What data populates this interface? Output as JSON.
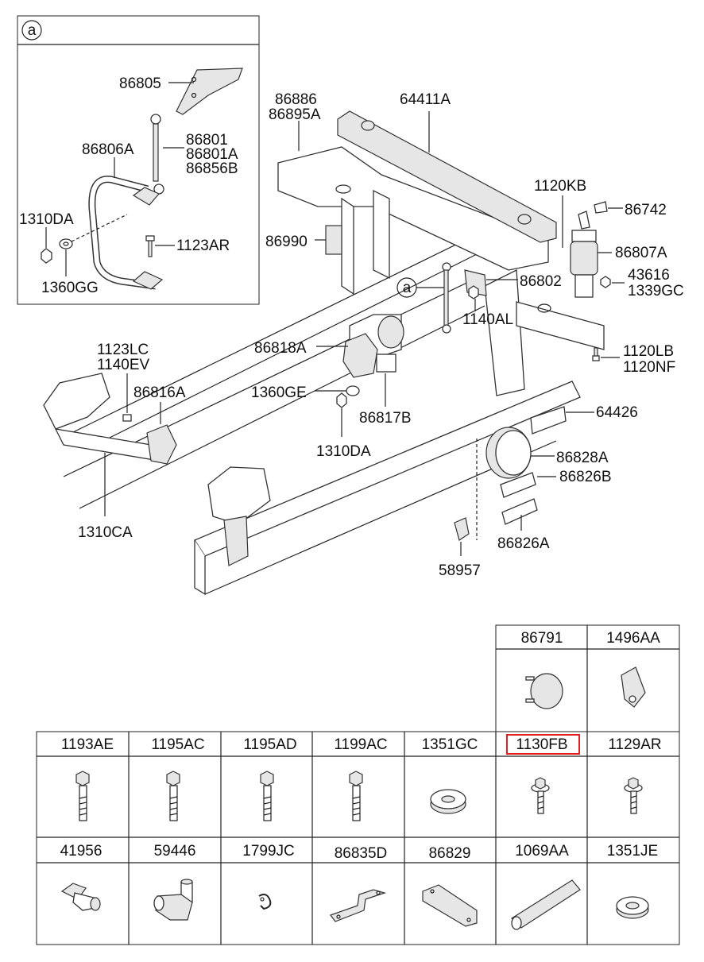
{
  "inset": {
    "marker": "a"
  },
  "callout_marker": "a",
  "labels": {
    "p86805": "86805",
    "p86801": "86801",
    "p86801A": "86801A",
    "p86856B": "86856B",
    "p86806A": "86806A",
    "p1310DA_inset": "1310DA",
    "p1123AR": "1123AR",
    "p1360GG": "1360GG",
    "p86886": "86886",
    "p86895A": "86895A",
    "p64411A": "64411A",
    "p1120KB": "1120KB",
    "p86742": "86742",
    "p86990": "86990",
    "p86807A": "86807A",
    "p86802": "86802",
    "p43616": "43616",
    "p1339GC": "1339GC",
    "p1140AL": "1140AL",
    "p86818A": "86818A",
    "p1123LC": "1123LC",
    "p1140EV": "1140EV",
    "p86816A": "86816A",
    "p1360GE": "1360GE",
    "p1120LB": "1120LB",
    "p1120NF": "1120NF",
    "p86817B": "86817B",
    "p64426": "64426",
    "p1310DA": "1310DA",
    "p86828A": "86828A",
    "p86826B": "86826B",
    "p1310CA": "1310CA",
    "p86826A": "86826A",
    "p58957": "58957"
  },
  "table": {
    "top_row": [
      "86791",
      "1496AA"
    ],
    "row1": [
      "1193AE",
      "1195AC",
      "1195AD",
      "1199AC",
      "1351GC",
      "1130FB",
      "1129AR"
    ],
    "row2": [
      "41956",
      "59446",
      "1799JC",
      "86835D",
      "86829",
      "1069AA",
      "1351JE"
    ],
    "highlighted": "1130FB"
  },
  "colors": {
    "highlight": "#e02020",
    "line": "#222222"
  }
}
